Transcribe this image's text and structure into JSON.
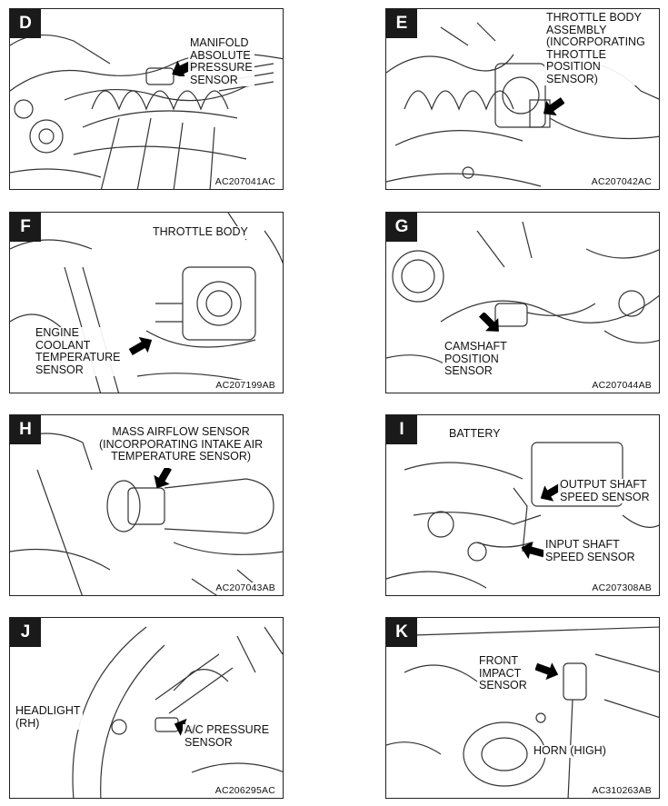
{
  "panels": [
    {
      "letter": "D",
      "code": "AC207041AC",
      "labels": [
        "MANIFOLD\nABSOLUTE\nPRESSURE\nSENSOR"
      ]
    },
    {
      "letter": "E",
      "code": "AC207042AC",
      "labels": [
        "THROTTLE BODY\nASSEMBLY\n(INCORPORATING\nTHROTTLE\nPOSITION\nSENSOR)"
      ]
    },
    {
      "letter": "F",
      "code": "AC207199AB",
      "labels": [
        "THROTTLE BODY",
        "ENGINE\nCOOLANT\nTEMPERATURE\nSENSOR"
      ]
    },
    {
      "letter": "G",
      "code": "AC207044AB",
      "labels": [
        "CAMSHAFT\nPOSITION\nSENSOR"
      ]
    },
    {
      "letter": "H",
      "code": "AC207043AB",
      "labels": [
        "MASS AIRFLOW SENSOR\n(INCORPORATING INTAKE AIR\nTEMPERATURE SENSOR)"
      ]
    },
    {
      "letter": "I",
      "code": "AC207308AB",
      "labels": [
        "BATTERY",
        "OUTPUT SHAFT\nSPEED SENSOR",
        "INPUT SHAFT\nSPEED SENSOR"
      ]
    },
    {
      "letter": "J",
      "code": "AC206295AC",
      "labels": [
        "HEADLIGHT\n(RH)",
        "A/C PRESSURE\nSENSOR"
      ]
    },
    {
      "letter": "K",
      "code": "AC310263AB",
      "labels": [
        "FRONT\nIMPACT\nSENSOR",
        "HORN (HIGH)"
      ]
    }
  ]
}
